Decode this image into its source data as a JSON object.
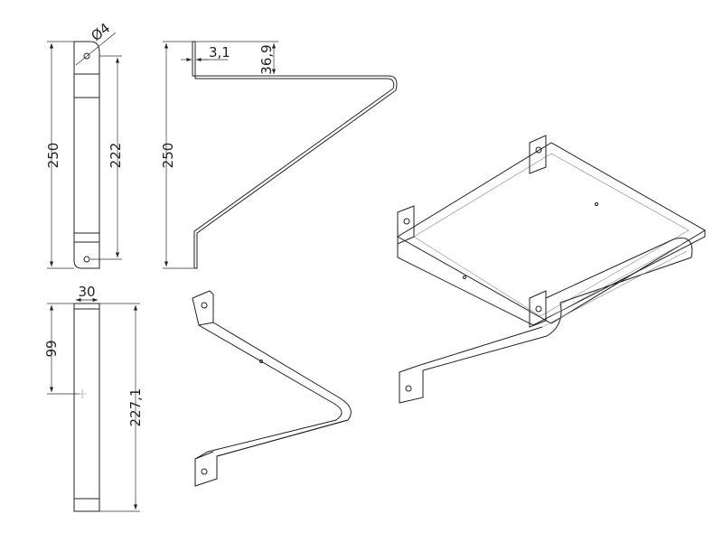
{
  "dimensions": {
    "hole_diameter": "Ø4",
    "front_height": "250",
    "hole_spacing": "222",
    "profile_height": "250",
    "thickness": "3,1",
    "flange_length": "36,9",
    "width": "30",
    "hole_offset": "99",
    "lower_length": "227,1"
  }
}
